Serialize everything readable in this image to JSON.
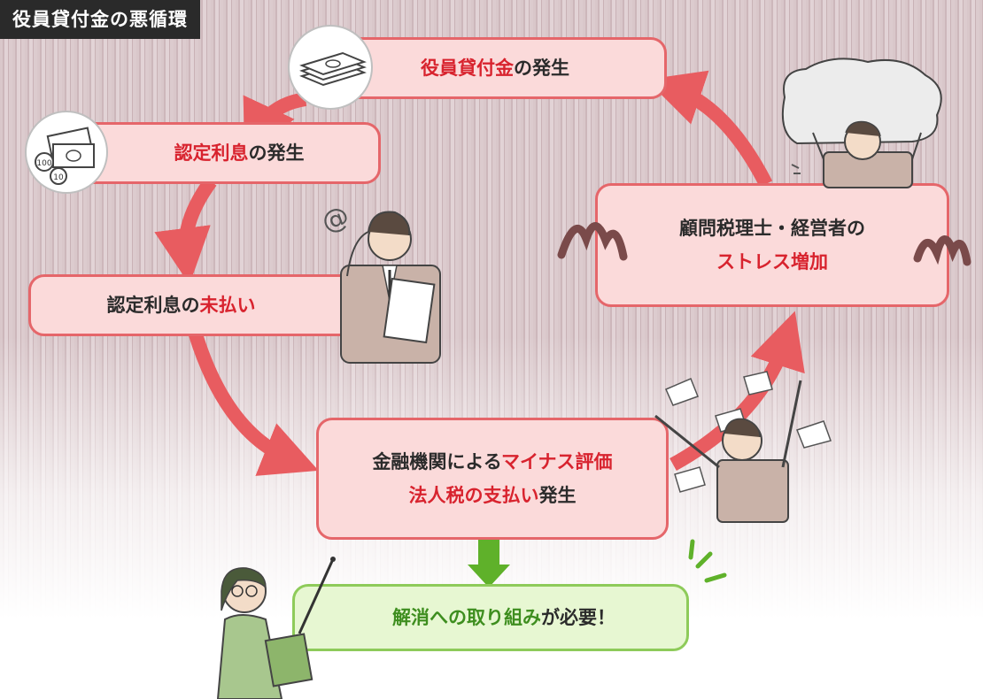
{
  "title": "役員貸付金の悪循環",
  "nodes": {
    "loan": {
      "hl": "役員貸付金",
      "rest": "の発生"
    },
    "interest": {
      "hl": "認定利息",
      "rest": "の発生"
    },
    "unpaid": {
      "pre": "認定利息の",
      "hl": "未払い"
    },
    "stress": {
      "line1": "顧問税理士・経営者の",
      "hl": "ストレス増加"
    },
    "evaluation": {
      "pre": "金融機関による",
      "hl1": "マイナス評価",
      "hl2": "法人税の支払い",
      "post": "発生"
    },
    "solution": {
      "hl": "解消への取り組み",
      "rest": "が必要！"
    }
  },
  "icons": {
    "money_bundle": "banknote-stack-icon",
    "coins_and_bill": "coins-bill-icon",
    "coin_100": "100",
    "coin_10": "10"
  },
  "colors": {
    "arrow": "#e85c60",
    "box_fill": "#fbdada",
    "box_border": "#e5666a",
    "highlight": "#d8232e",
    "green_arrow": "#5fb12a",
    "green_box": "#e7f7d2"
  }
}
